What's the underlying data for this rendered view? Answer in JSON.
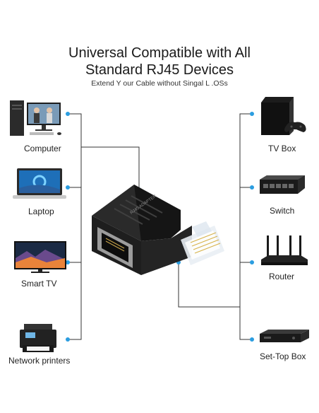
{
  "title_line1": "Universal Compatible with All",
  "title_line2": "Standard RJ45 Devices",
  "subtitle": "Extend Y our Cable without Singal L .OSs",
  "left_devices": [
    {
      "label": "Computer",
      "icon": "computer-icon"
    },
    {
      "label": "Laptop",
      "icon": "laptop-icon"
    },
    {
      "label": "Smart TV",
      "icon": "smart-tv-icon"
    },
    {
      "label": "Network printers",
      "icon": "printer-icon"
    }
  ],
  "right_devices": [
    {
      "label": "TV Box",
      "icon": "tv-box-icon"
    },
    {
      "label": "Switch",
      "icon": "switch-icon"
    },
    {
      "label": "Router",
      "icon": "router-icon"
    },
    {
      "label": "Set-Top Box",
      "icon": "set-top-box-icon"
    }
  ],
  "accent_color": "#2b9de0",
  "adapter_brand_text": "RJ45 ADAPTER"
}
